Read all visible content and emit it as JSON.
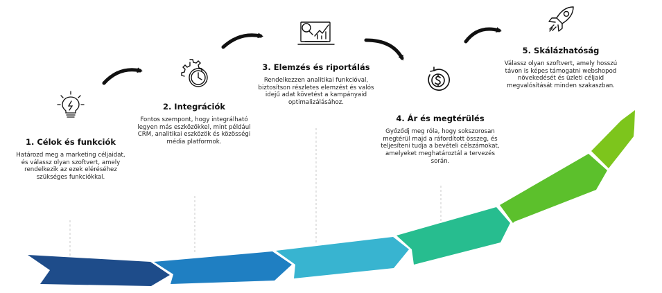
{
  "steps": [
    {
      "title": "1. Célok és funkciók",
      "description": "Határozd meg a marketing céljaidat, és válassz olyan szoftvert, amely rendelkezik az ezek eléréséhez szükséges funkciókkal.",
      "icon": "lightbulb-icon"
    },
    {
      "title": "2. Integrációk",
      "description": "Fontos szempont, hogy integrálható legyen más eszközökkel, mint például CRM, analitikai eszközök és közösségi média platformok.",
      "icon": "gear-clock-icon"
    },
    {
      "title": "3. Elemzés és riportálás",
      "description": "Rendelkezzen analitikai funkcióval, biztosítson részletes elemzést és valós idejű adat követést a kampányaid optimalizálásához.",
      "icon": "analytics-laptop-icon"
    },
    {
      "title": "4. Ár és megtérülés",
      "description": "Győződj meg róla, hogy sokszorosan megtérül majd a ráfordított összeg, és teljesíteni tudja a bevételi célszámokat, amelyeket meghatároztál a tervezés során.",
      "icon": "dollar-cycle-icon"
    },
    {
      "title": "5. Skálázhatóság",
      "description": "Válassz olyan szoftvert, amely hosszú távon is képes támogatni webshopod növekedését és üzleti céljaid megvalósítását minden szakaszban.",
      "icon": "rocket-icon"
    }
  ],
  "colors": {
    "segment1": "#1e4c8a",
    "segment2": "#1f7fc2",
    "segment3": "#38b4d0",
    "segment4": "#27bd8f",
    "segment5": "#5cc02c",
    "segment6": "#7dc51c",
    "connector": "#111111",
    "text": "#111111"
  }
}
